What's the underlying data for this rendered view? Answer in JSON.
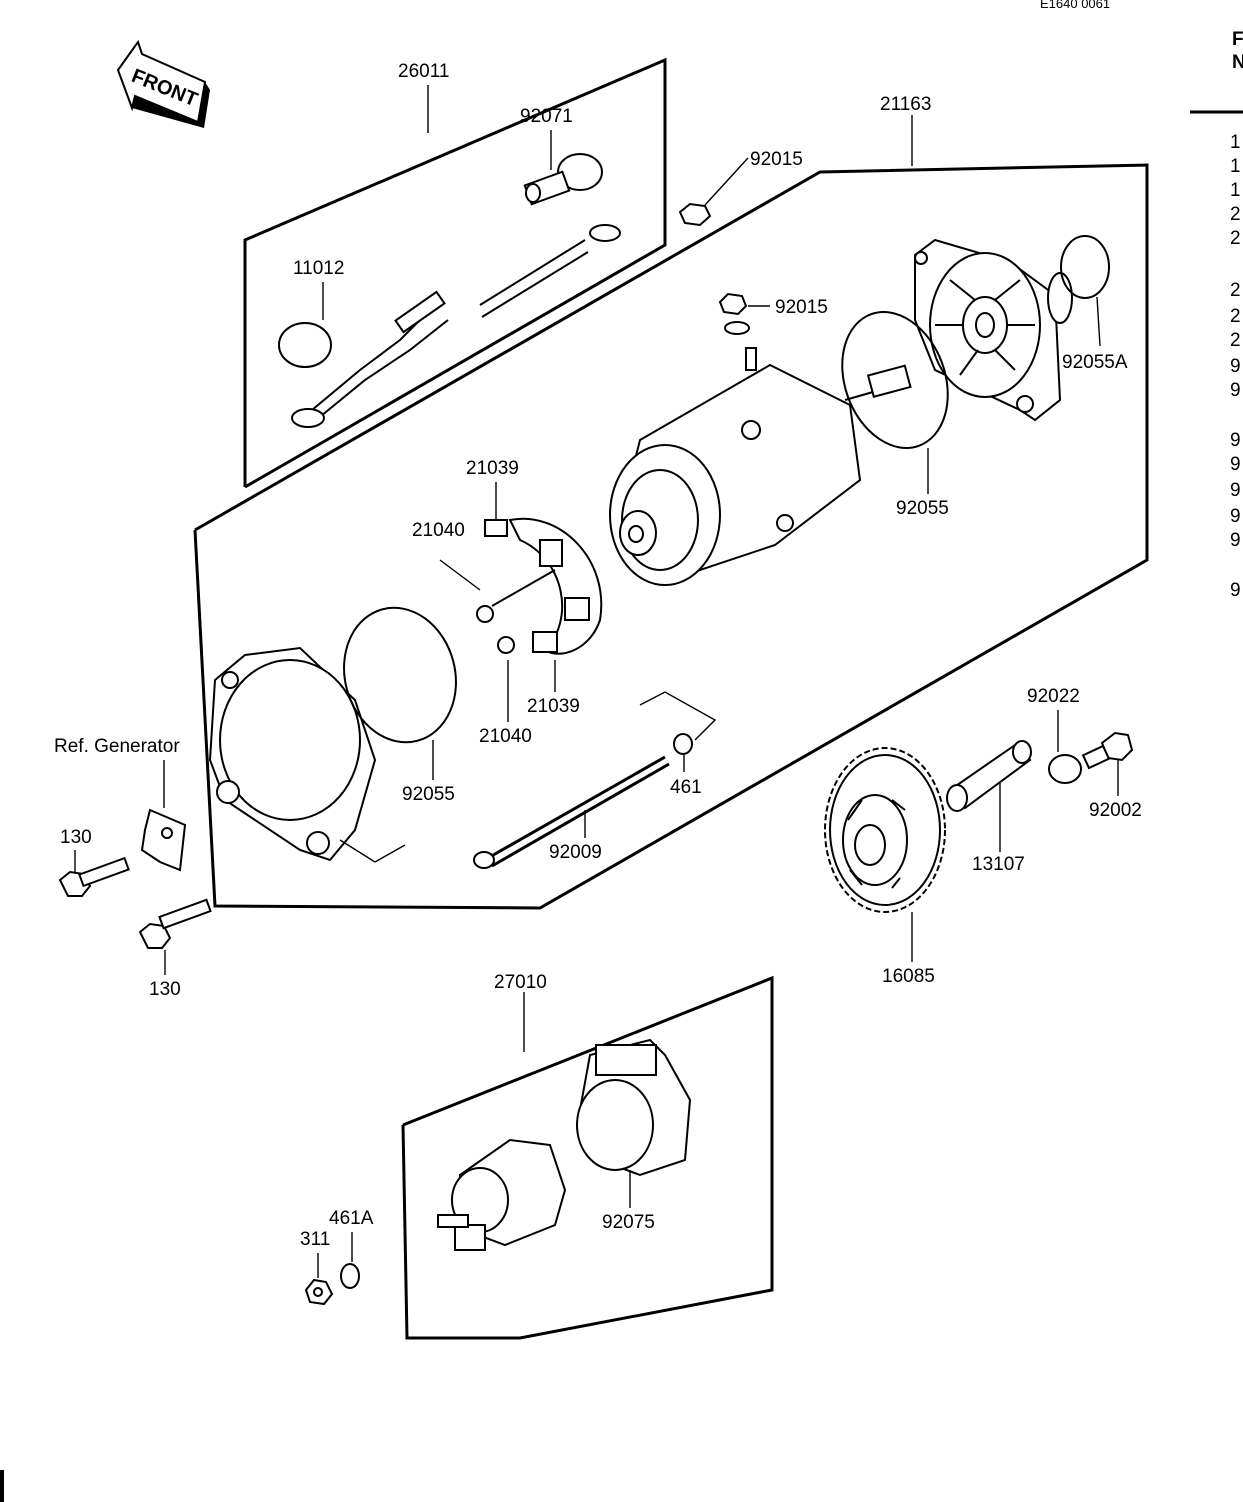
{
  "header": {
    "drawing_code": "E1640 0061"
  },
  "front_marker": {
    "label": "FRONT"
  },
  "parts": {
    "p26011": "26011",
    "p92071": "92071",
    "p11012": "11012",
    "p92015a": "92015",
    "p21163": "21163",
    "p92015b": "92015",
    "p92055A": "92055A",
    "p21039a": "21039",
    "p21040a": "21040",
    "p92055a": "92055",
    "p21039b": "21039",
    "p21040b": "21040",
    "pRefGen": "Ref. Generator",
    "p92055b": "92055",
    "p461": "461",
    "p92022": "92022",
    "p92002": "92002",
    "p130a": "130",
    "p92009": "92009",
    "p13107": "13107",
    "p130b": "130",
    "p16085": "16085",
    "p27010": "27010",
    "p461A": "461A",
    "p311": "311",
    "p92075": "92075"
  },
  "right_column": {
    "header_chars": [
      "F",
      "N"
    ],
    "row_chars": [
      "1",
      "1",
      "1",
      "2",
      "2",
      "2",
      "2",
      "2",
      "9",
      "9",
      "9",
      "9",
      "9",
      "9",
      "9",
      "9"
    ]
  }
}
